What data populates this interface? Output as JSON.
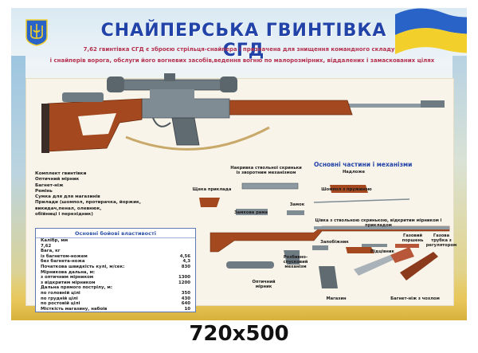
{
  "poster": {
    "title": "СНАЙПЕРСЬКА ГВИНТІВКА СГД",
    "subtitle_line1": "7,62 гвинтівка СГД є зброєю стрільця-снайпера і призначена для знищення командного складу",
    "subtitle_line2": "і снайперів ворога, обслуги його вогневих засобів,ведення вогню по малорозмірних, віддалених і замаскованих цілях",
    "kit": [
      "Комплект гвинтівки",
      "Оптичний мірник",
      "Багнет-ніж",
      "Ремінь",
      "Сумка для для магазинів",
      "Прилади (шомпол, протирачка, йоржик,",
      "викидач,пенал, олевнюк,",
      "обійниці і перехідник)"
    ],
    "props_title": "Основні бойові властивості",
    "props": [
      {
        "label": "Калібр, мм",
        "value": ""
      },
      {
        "label": "7,62",
        "value": ""
      },
      {
        "label": "Вага, кг",
        "value": ""
      },
      {
        "label": "із багнетом-ножем",
        "value": "4,56"
      },
      {
        "label": "без багнета-ножа",
        "value": "4,3"
      },
      {
        "label": "Початкова швидкість кулі, м/сек:",
        "value": "830"
      },
      {
        "label": "Мірникова дальна, м:",
        "value": ""
      },
      {
        "label": "з оптичним мірником",
        "value": "1300"
      },
      {
        "label": "з відкритим мірником",
        "value": "1200"
      },
      {
        "label": "Дальна прямого пострілу, м:",
        "value": ""
      },
      {
        "label": "по головній цілі",
        "value": "350"
      },
      {
        "label": "по грудній цілі",
        "value": "430"
      },
      {
        "label": "по ростовій цілі",
        "value": "640"
      },
      {
        "label": "Місткість магазину, набоїв",
        "value": "10"
      }
    ],
    "parts_title": "Основні частини і механізми",
    "part_labels": {
      "cover": "Накривка ствольної скриньки із зворотним механізмом",
      "handguard": "Надложе",
      "cheek": "Щека приклада",
      "ramrod": "Шомпол з пружиною",
      "bolt_frame": "Замкова рама",
      "bolt": "Замок",
      "receiver": "Цівка з ствольною скринькою, відкритим мірником і прикладом",
      "gas_piston": "Газовий поршень",
      "gas_tube": "Газова трубка з регулятором",
      "fuse": "Запобіжник",
      "trigger": "Розбивно-спусковий механізм",
      "scope": "Оптичний мірник",
      "pad": "Підцівник",
      "magazine": "Магазин",
      "bayonet": "Багнет-ніж з чохлом"
    }
  },
  "size_label": "720x500",
  "colors": {
    "title_blue": "#2243a8",
    "subtitle_red": "#b5314f",
    "wood": "#a4481f",
    "metal": "#7f8c94",
    "flag_blue": "#2a63c8",
    "flag_yellow": "#f2cf2a"
  }
}
